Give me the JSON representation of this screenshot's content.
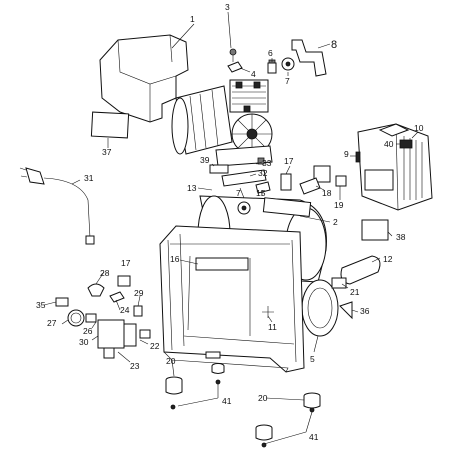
{
  "diagram": {
    "callouts": [
      {
        "id": "c1",
        "text": "1"
      },
      {
        "id": "c2",
        "text": "2"
      },
      {
        "id": "c3",
        "text": "3"
      },
      {
        "id": "c4",
        "text": "4"
      },
      {
        "id": "c5",
        "text": "5"
      },
      {
        "id": "c6",
        "text": "6"
      },
      {
        "id": "c7a",
        "text": "7"
      },
      {
        "id": "c7b",
        "text": "7"
      },
      {
        "id": "c8",
        "text": "8"
      },
      {
        "id": "c9",
        "text": "9"
      },
      {
        "id": "c10",
        "text": "10"
      },
      {
        "id": "c11",
        "text": "11"
      },
      {
        "id": "c12",
        "text": "12"
      },
      {
        "id": "c13",
        "text": "13"
      },
      {
        "id": "c15",
        "text": "15"
      },
      {
        "id": "c16",
        "text": "16"
      },
      {
        "id": "c17a",
        "text": "17"
      },
      {
        "id": "c17b",
        "text": "17"
      },
      {
        "id": "c18",
        "text": "18"
      },
      {
        "id": "c19",
        "text": "19"
      },
      {
        "id": "c20a",
        "text": "20"
      },
      {
        "id": "c20b",
        "text": "20"
      },
      {
        "id": "c21",
        "text": "21"
      },
      {
        "id": "c22",
        "text": "22"
      },
      {
        "id": "c23",
        "text": "23"
      },
      {
        "id": "c24",
        "text": "24"
      },
      {
        "id": "c26",
        "text": "26"
      },
      {
        "id": "c27",
        "text": "27"
      },
      {
        "id": "c28",
        "text": "28"
      },
      {
        "id": "c29",
        "text": "29"
      },
      {
        "id": "c30",
        "text": "30"
      },
      {
        "id": "c31",
        "text": "31"
      },
      {
        "id": "c32",
        "text": "32"
      },
      {
        "id": "c33",
        "text": "33"
      },
      {
        "id": "c35",
        "text": "35"
      },
      {
        "id": "c36",
        "text": "36"
      },
      {
        "id": "c37",
        "text": "37"
      },
      {
        "id": "c38",
        "text": "38"
      },
      {
        "id": "c39",
        "text": "39"
      },
      {
        "id": "c40",
        "text": "40"
      },
      {
        "id": "c41a",
        "text": "41"
      },
      {
        "id": "c41b",
        "text": "41"
      }
    ]
  }
}
